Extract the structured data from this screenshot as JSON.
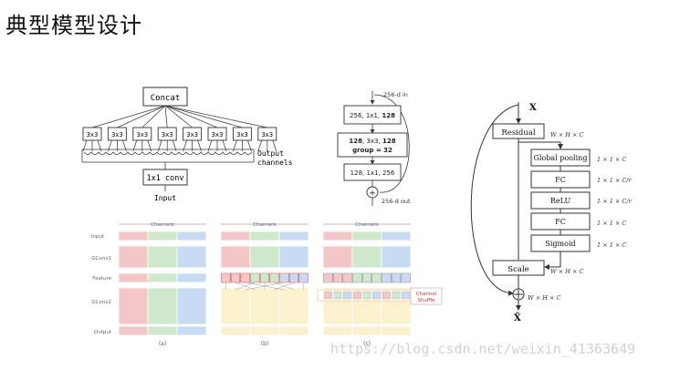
{
  "page": {
    "title": "典型模型设计",
    "watermark": "https://blog.csdn.net/weixin_41363649"
  },
  "inception": {
    "concat": "Concat",
    "branches": [
      "3x3",
      "3x3",
      "3x3",
      "3x3",
      "3x3",
      "3x3",
      "3x3",
      "3x3"
    ],
    "output_channels": [
      "Output",
      "channels"
    ],
    "conv": "1x1 conv",
    "input": "Input"
  },
  "bottleneck": {
    "top": "256-d in",
    "box1": [
      "256, 1x1, ",
      "128"
    ],
    "box2": [
      "128",
      ", 3x3, ",
      "128"
    ],
    "box2b": "group = 32",
    "box3": "128, 1x1, 256",
    "plus": "+",
    "bottom": "256-d out"
  },
  "shuffle": {
    "channels": "Channels",
    "row_labels": [
      "Input",
      "GConv1",
      "Feature",
      "GConv2",
      "Output"
    ],
    "captions": [
      "(a)",
      "(b)",
      "(c)"
    ],
    "channel_shuffle": [
      "Channel",
      "Shuffle"
    ],
    "colors": {
      "red": "#f3c6c8",
      "green": "#cfe8cd",
      "blue": "#c9dbf2",
      "yellow": "#fbf1cf"
    }
  },
  "se": {
    "x_top": "X",
    "residual": "Residual",
    "residual_dim": "W × H × C",
    "global_pooling": "Global pooling",
    "fc1": "FC",
    "relu": "ReLU",
    "fc2": "FC",
    "sigmoid": "Sigmoid",
    "dims": [
      "1 × 1 × C",
      "1 × 1 × C/r",
      "1 × 1 × C/r",
      "1 × 1 × C",
      "1 × 1 × C"
    ],
    "scale": "Scale",
    "scale_dim": "W × H × C",
    "sum_dim": "W × H × C",
    "x_bottom": "X̃"
  }
}
